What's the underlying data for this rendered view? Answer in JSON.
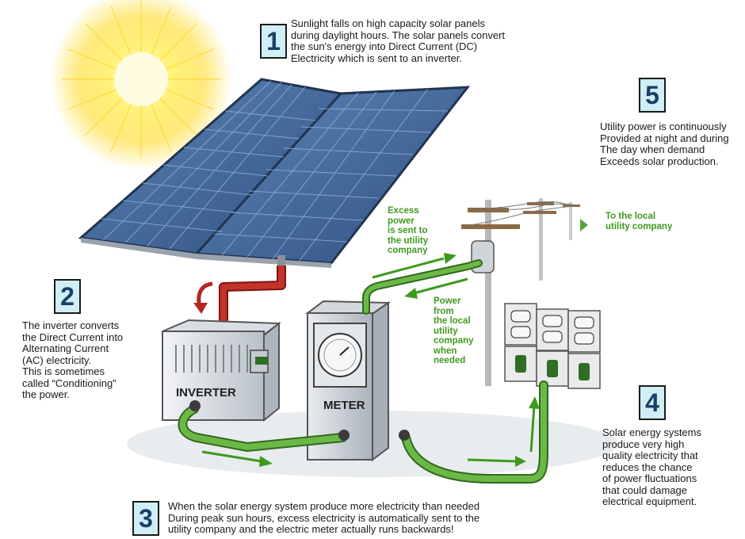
{
  "steps": [
    {
      "number": "1",
      "text": "Sunlight falls on high capacity solar panels\nduring daylight hours. The solar panels convert\nthe sun's energy into Direct Current (DC)\nElectricity which is sent to an inverter."
    },
    {
      "number": "2",
      "text": "The inverter converts\nthe Direct Current into\nAlternating Current\n(AC) electricity.\nThis is sometimes\ncalled “Conditioning”\nthe power."
    },
    {
      "number": "3",
      "text": "When the solar energy system produce more electricity than needed\nDuring peak sun hours, excess electricity is automatically sent to the\nutility company and the electric meter actually runs backwards!"
    },
    {
      "number": "4",
      "text": "Solar energy systems\nproduce very high\nquality electricity that\nreduces the chance\nof power fluctuations\nthat could damage\nelectrical equipment."
    },
    {
      "number": "5",
      "text": "Utility power is continuously\nProvided at night and during\nThe day when demand\nExceeds solar production."
    }
  ],
  "flow_labels": {
    "excess_power": "Excess\npower\nis sent to\nthe utility\ncompany",
    "power_from_utility": "Power\nfrom\nthe local\nutility\ncompany\nwhen\nneeded",
    "to_local_utility": "To the local\nutility company"
  },
  "devices": {
    "inverter_label": "INVERTER",
    "meter_label": "METER"
  },
  "colors": {
    "number_box_fill": "#cfeef6",
    "number_text": "#1b3f66",
    "flow_label_green": "#3e9a1e",
    "cable_green": "#5aa33a",
    "dc_cable_red": "#b3261e",
    "panel_blue": "#4a6fa5"
  }
}
